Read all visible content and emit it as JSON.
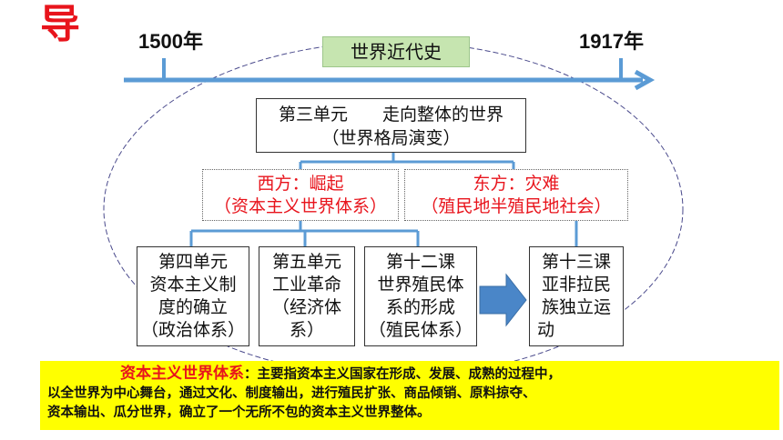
{
  "logo": "导",
  "timeline": {
    "start_year": "1500年",
    "end_year": "1917年",
    "era_label": "世界近代史"
  },
  "unit3": {
    "line1": "第三单元　　走向整体的世界",
    "line2": "（世界格局演变）"
  },
  "west": {
    "line1": "西方：崛起",
    "line2": "（资本主义世界体系）"
  },
  "east": {
    "line1": "东方：灾难",
    "line2": "（殖民地半殖民地社会）"
  },
  "lessons": [
    {
      "lines": [
        "第四单元",
        "资本主义制",
        "度的确立",
        "（政治体系）"
      ]
    },
    {
      "lines": [
        "第五单元",
        "工业革命",
        "（经济体",
        "系）"
      ]
    },
    {
      "lines": [
        "第十二课",
        "世界殖民体",
        "系的形成",
        "（殖民体系）"
      ]
    },
    {
      "lines": [
        "第十三课",
        "亚非拉民",
        "族独立运",
        "动"
      ]
    }
  ],
  "definition": {
    "term": "资本主义世界体系",
    "text_line1": "：主要指资本主义国家在形成、发展、成熟的过程中，",
    "text_line2": "以全世界为中心舞台，通过文化、制度输出，进行殖民扩张、商品倾销、原料掠夺、",
    "text_line3": "资本输出、瓜分世界，确立了一个无所不包的资本主义世界整体。"
  },
  "colors": {
    "accent_red": "#e8141c",
    "timeline_blue": "#5b9bd5",
    "era_green": "#c6e5b0",
    "definition_bg": "#ffff00",
    "arrow_blue": "#4a86c8"
  },
  "icons": [
    "timeline-arrow",
    "flow-arrow-right"
  ]
}
